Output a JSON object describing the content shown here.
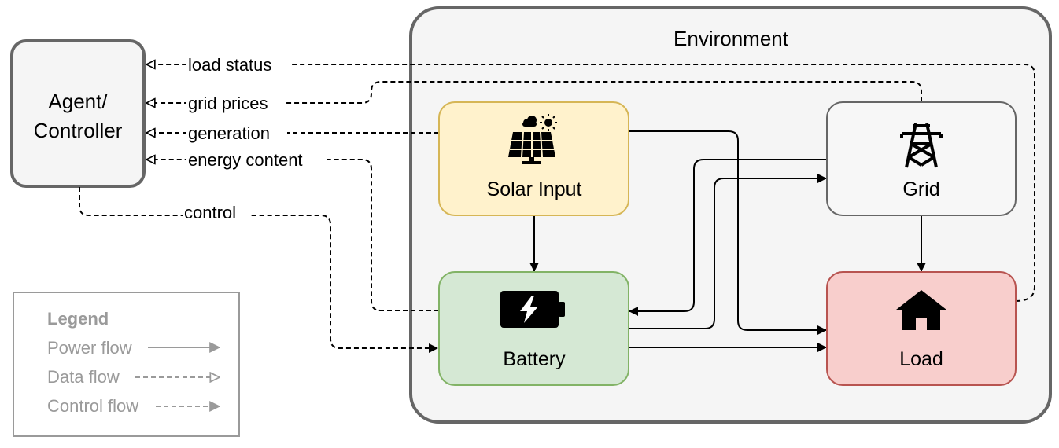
{
  "environment": {
    "title": "Environment"
  },
  "agent": {
    "line1": "Agent/",
    "line2": "Controller"
  },
  "nodes": {
    "solar": {
      "label": "Solar Input",
      "fill": "#fff2cc",
      "stroke": "#d6b656",
      "icon": "solar-panel-icon"
    },
    "grid": {
      "label": "Grid",
      "fill": "#f7f7f7",
      "stroke": "#666666",
      "icon": "power-tower-icon"
    },
    "battery": {
      "label": "Battery",
      "fill": "#d5e8d4",
      "stroke": "#82b366",
      "icon": "battery-icon"
    },
    "load": {
      "label": "Load",
      "fill": "#f8cecc",
      "stroke": "#b85450",
      "icon": "house-icon"
    }
  },
  "data_flows": {
    "load_status": "load status",
    "grid_prices": "grid prices",
    "generation": "generation",
    "energy_content": "energy content"
  },
  "control_flows": {
    "control": "control"
  },
  "legend": {
    "title": "Legend",
    "power": "Power flow",
    "data": "Data flow",
    "control": "Control flow"
  }
}
